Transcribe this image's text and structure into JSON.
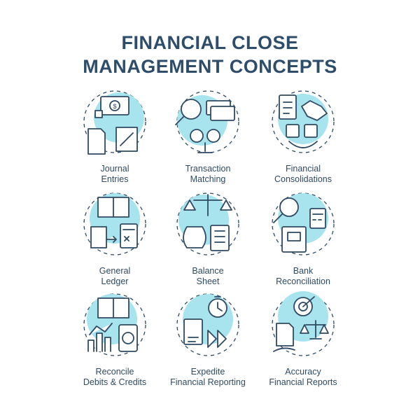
{
  "title": {
    "line1": "FINANCIAL CLOSE",
    "line2": "MANAGEMENT CONCEPTS"
  },
  "colors": {
    "accent_fill": "#a8e4ee",
    "stroke": "#2f4a62",
    "text": "#2f4a62"
  },
  "concepts": [
    {
      "icon": "journal-entries-icon",
      "line1": "Journal",
      "line2": "Entries"
    },
    {
      "icon": "transaction-matching-icon",
      "line1": "Transaction",
      "line2": "Matching"
    },
    {
      "icon": "financial-consolidations-icon",
      "line1": "Financial",
      "line2": "Consolidations"
    },
    {
      "icon": "general-ledger-icon",
      "line1": "General",
      "line2": "Ledger"
    },
    {
      "icon": "balance-sheet-icon",
      "line1": "Balance",
      "line2": "Sheet"
    },
    {
      "icon": "bank-reconciliation-icon",
      "line1": "Bank",
      "line2": "Reconciliation"
    },
    {
      "icon": "reconcile-debits-credits-icon",
      "line1": "Reconcile",
      "line2": "Debits & Credits"
    },
    {
      "icon": "expedite-financial-reporting-icon",
      "line1": "Expedite",
      "line2": "Financial Reporting"
    },
    {
      "icon": "accuracy-financial-reports-icon",
      "line1": "Accuracy",
      "line2": "Financial Reports"
    }
  ]
}
